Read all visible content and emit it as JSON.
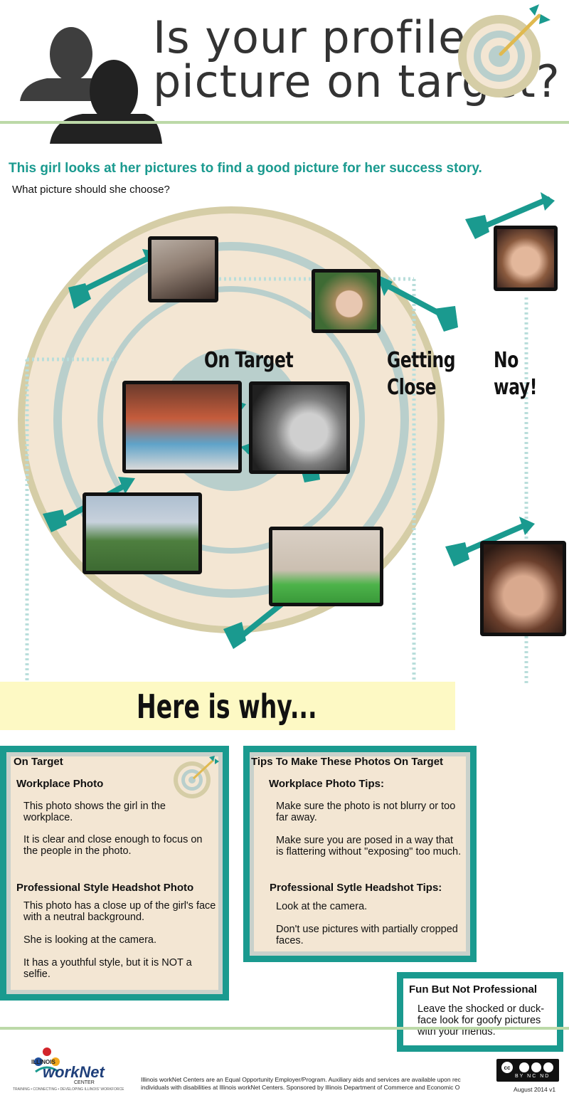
{
  "header": {
    "title_line1": "Is your profile",
    "title_line2": "picture on target?"
  },
  "intro": {
    "headline": "This girl looks at her pictures to find a good picture for her success story.",
    "question": "What picture should she choose?"
  },
  "rings": {
    "on_target": "On Target",
    "getting_line1": "Getting",
    "getting_line2": "Close",
    "no_way": "No way!"
  },
  "photos": [
    {
      "name": "photo-girl-side-profile",
      "ring": "getting close"
    },
    {
      "name": "photo-girl-outdoors-smile",
      "ring": "getting close"
    },
    {
      "name": "photo-workplace-group",
      "ring": "on target"
    },
    {
      "name": "photo-headshot-bw",
      "ring": "on target"
    },
    {
      "name": "photo-group-outdoors",
      "ring": "getting close"
    },
    {
      "name": "photo-cake-table",
      "ring": "getting close"
    },
    {
      "name": "photo-shocked-face",
      "ring": "no way"
    },
    {
      "name": "photo-duck-face-crown",
      "ring": "no way"
    }
  ],
  "why": {
    "heading": "Here is why..."
  },
  "panel_left": {
    "title": "On Target",
    "sec1_title": "Workplace Photo",
    "sec1_p1": "This photo shows the girl in the workplace.",
    "sec1_p2": "It is clear and close enough to focus on the people in the photo.",
    "sec2_title": "Professional Style Headshot Photo",
    "sec2_p1": "This photo has a close up of the girl's face with a neutral background.",
    "sec2_p2": "She is looking at the camera.",
    "sec2_p3": "It has a youthful style, but it is NOT a selfie."
  },
  "panel_mid": {
    "title": "Tips To Make These Photos On Target",
    "sec1_title": "Workplace Photo Tips:",
    "sec1_p1": "Make sure the photo is not blurry or too far away.",
    "sec1_p2": "Make sure you are posed in a way that is flattering without \"exposing\" too much.",
    "sec2_title": "Professional Sytle Headshot Tips:",
    "sec2_p1": "Look at the camera.",
    "sec2_p2": "Don't use pictures with partially cropped faces."
  },
  "panel_right": {
    "title": "Fun But Not Professional",
    "p1": "Leave the shocked or duck-face look for goofy pictures with your friends."
  },
  "footer": {
    "logo_top": "ILLINOIS",
    "logo_main": "workNet",
    "logo_sub": "CENTER",
    "logo_tagline": "TRAINING • CONNECTING • DEVELOPING ILLINOIS' WORKFORCE",
    "disclaimer_line1": "Illinois workNet Centers are an Equal Opportunity Employer/Program.  Auxiliary aids and services are available upon rec",
    "disclaimer_line2": "individuals with disabilities at Illinois workNet Centers.  Sponsored by Illinois Department of Commerce and Economic O",
    "license": "BY NC ND",
    "version": "August 2014 v1"
  },
  "colors": {
    "teal": "#1a9a8f",
    "ring_outer": "#d5cda6",
    "ring_light": "#b9cfcc",
    "bg_beige": "#f3e6d3",
    "highlight_yellow": "#fdf9c4",
    "rule_green": "#bcd9a8"
  }
}
